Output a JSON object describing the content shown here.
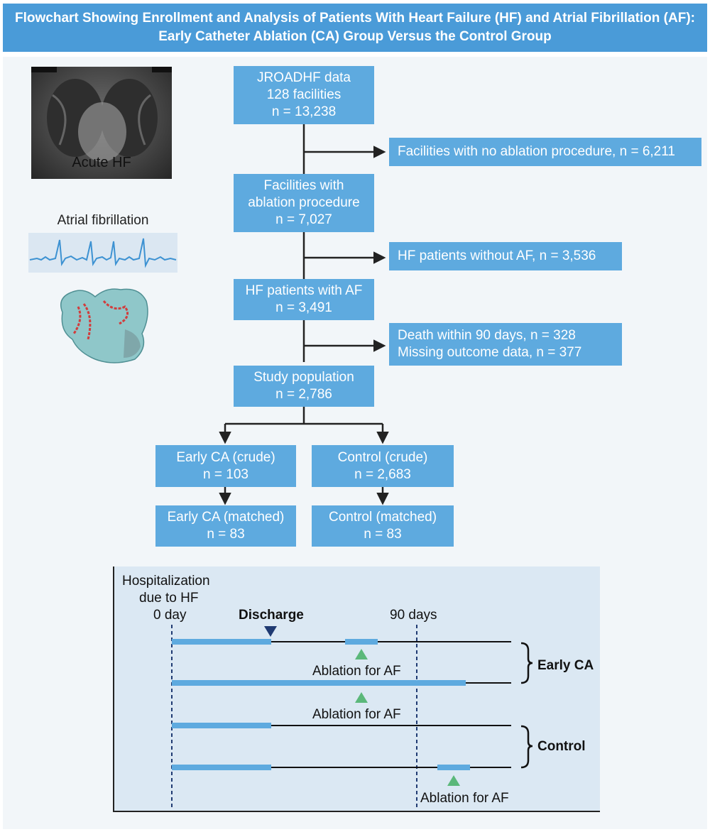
{
  "header": {
    "line1": "Flowchart Showing Enrollment and Analysis of Patients With Heart Failure (HF) and Atrial Fibrillation (AF):",
    "line2": "Early Catheter Ablation (CA) Group Versus the Control Group"
  },
  "images": {
    "xray_label": "Acute HF",
    "ecg_label": "Atrial fibrillation"
  },
  "flow": {
    "box1": [
      "JROADHF data",
      "128 facilities",
      "n = 13,238"
    ],
    "excl1": "Facilities with no ablation procedure, n = 6,211",
    "box2": [
      "Facilities with",
      "ablation procedure",
      "n = 7,027"
    ],
    "excl2": "HF patients without AF, n = 3,536",
    "box3": [
      "HF patients with AF",
      "n = 3,491"
    ],
    "excl3": [
      "Death within 90 days, n = 328",
      "Missing outcome data, n = 377"
    ],
    "box4": [
      "Study population",
      "n = 2,786"
    ],
    "early_crude": [
      "Early CA (crude)",
      "n = 103"
    ],
    "control_crude": [
      "Control (crude)",
      "n = 2,683"
    ],
    "early_matched": [
      "Early CA (matched)",
      "n = 83"
    ],
    "control_matched": [
      "Control (matched)",
      "n = 83"
    ]
  },
  "timeline": {
    "hosp_label": [
      "Hospitalization",
      "due to HF"
    ],
    "day0": "0 day",
    "discharge": "Discharge",
    "day90": "90 days",
    "ablation": "Ablation for AF",
    "group_early": "Early CA",
    "group_control": "Control"
  },
  "colors": {
    "accent": "#5eaadf",
    "header": "#4a9bd8",
    "triangle_green": "#5bb87a",
    "triangle_navy": "#1f3a72"
  }
}
